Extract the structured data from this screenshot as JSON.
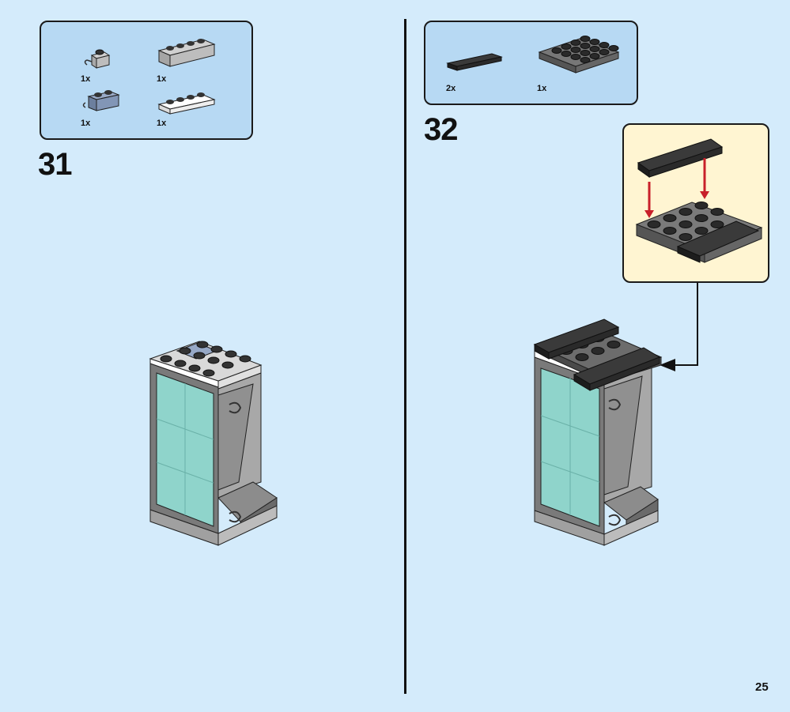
{
  "steps": [
    {
      "number": "31",
      "parts": [
        {
          "qty": "1x",
          "piece": "light-gray-1x1-clip-brick"
        },
        {
          "qty": "1x",
          "piece": "light-gray-1x4-brick"
        },
        {
          "qty": "1x",
          "piece": "sand-blue-1x2-clip-brick"
        },
        {
          "qty": "1x",
          "piece": "white-1x4-plate"
        }
      ]
    },
    {
      "number": "32",
      "parts": [
        {
          "qty": "2x",
          "piece": "black-1x4-tile"
        },
        {
          "qty": "1x",
          "piece": "dark-gray-4x4-plate"
        }
      ]
    }
  ],
  "page_number": "25",
  "colors": {
    "background": "#d4ebfb",
    "parts_box": "#b7d9f3",
    "callout": "#fff5d2",
    "arrow_red": "#c8202a"
  }
}
